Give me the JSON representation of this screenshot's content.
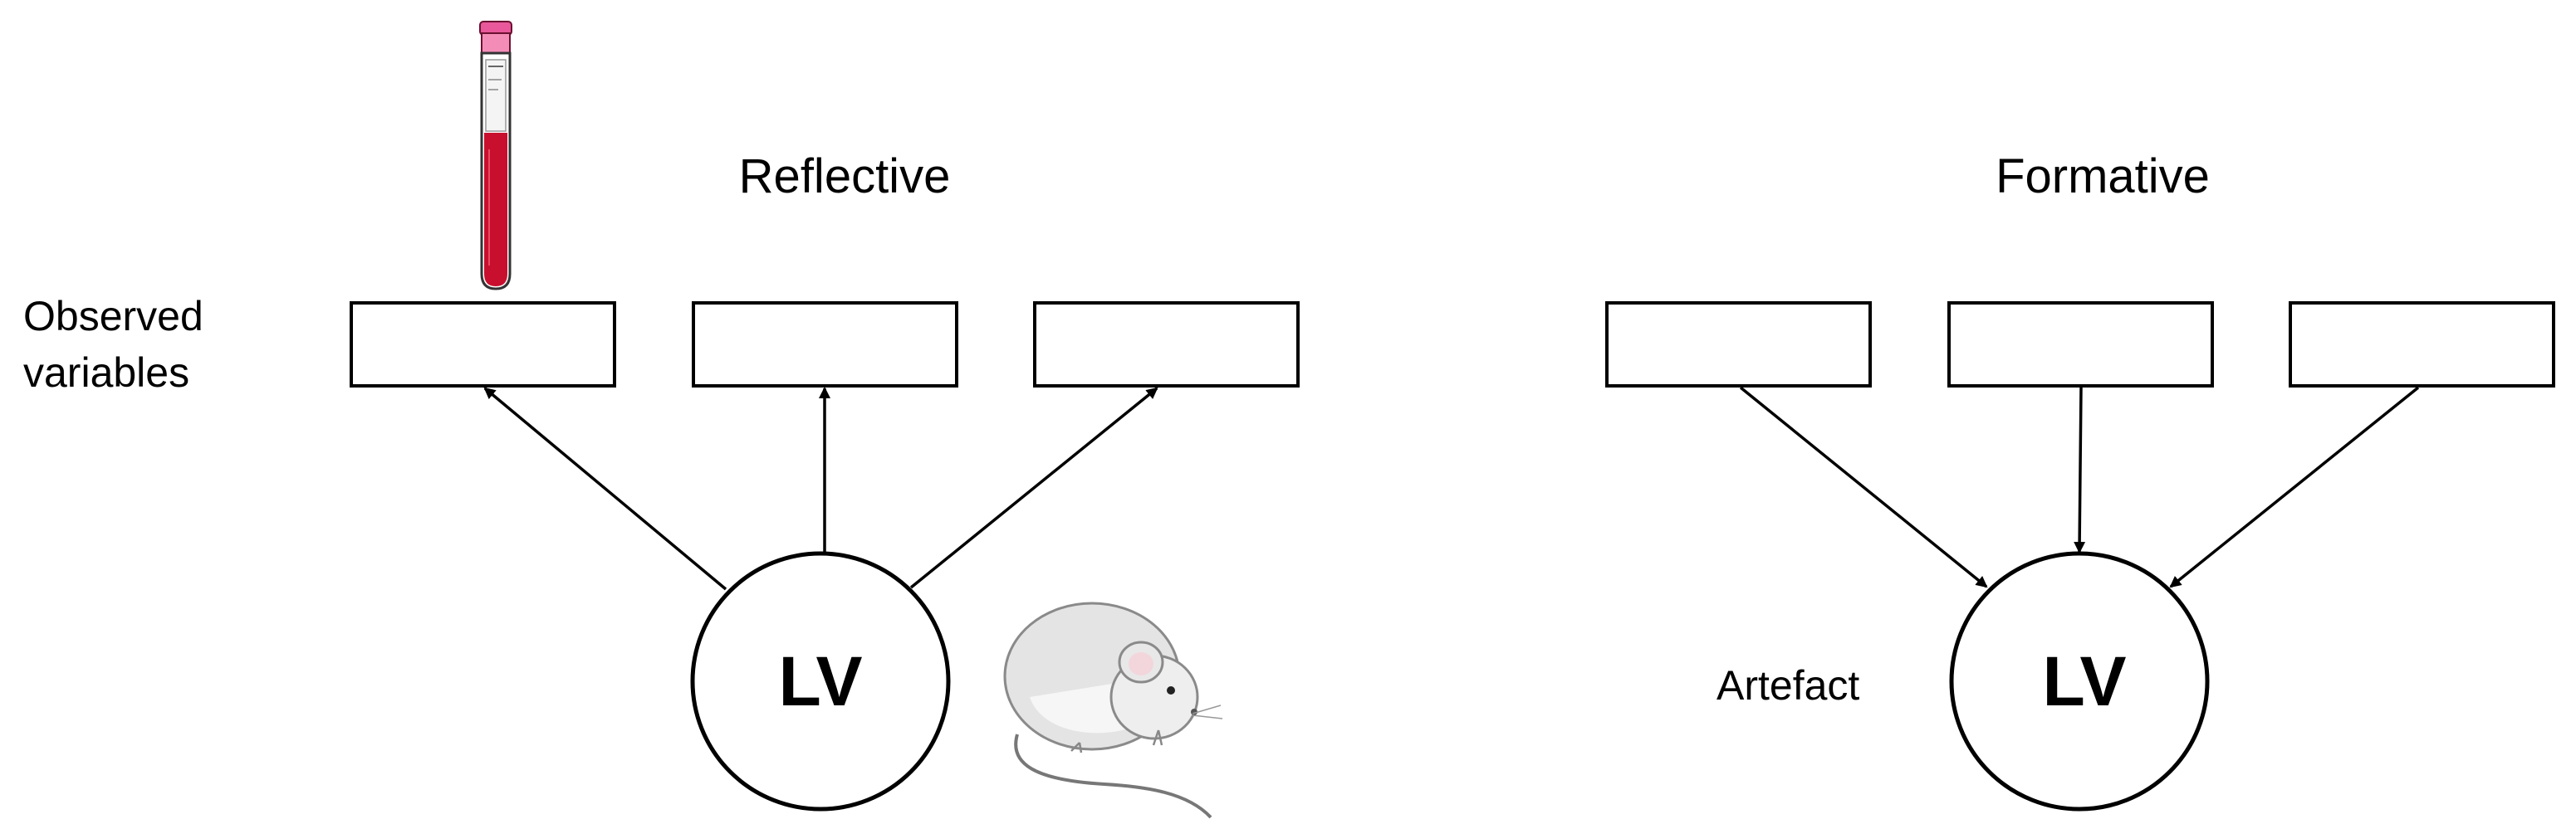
{
  "reflective": {
    "title": "Reflective",
    "side_label_line1": "Observed",
    "side_label_line2": "variables",
    "latent_label": "LV"
  },
  "formative": {
    "title": "Formative",
    "side_label": "Artefact",
    "latent_label": "LV"
  },
  "icons": [
    "blood-tube-icon",
    "mouse-icon"
  ],
  "colors": {
    "stroke": "#000000",
    "blood": "#c8102e",
    "tube_cap": "#e8589a"
  }
}
